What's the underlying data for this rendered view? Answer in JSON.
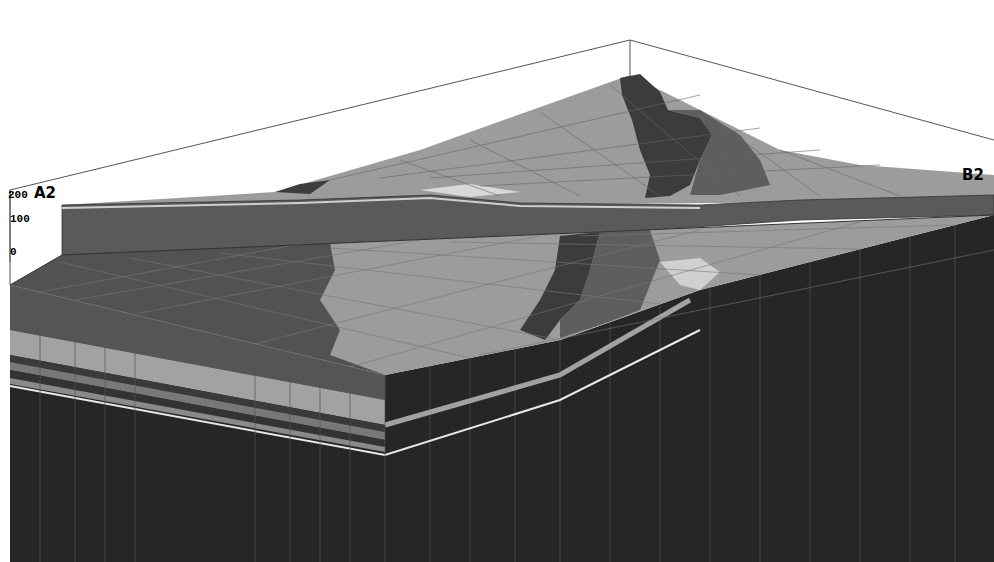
{
  "diagram": {
    "labels": [
      "200",
      "100",
      "0",
      "A2",
      "B2"
    ]
  }
}
